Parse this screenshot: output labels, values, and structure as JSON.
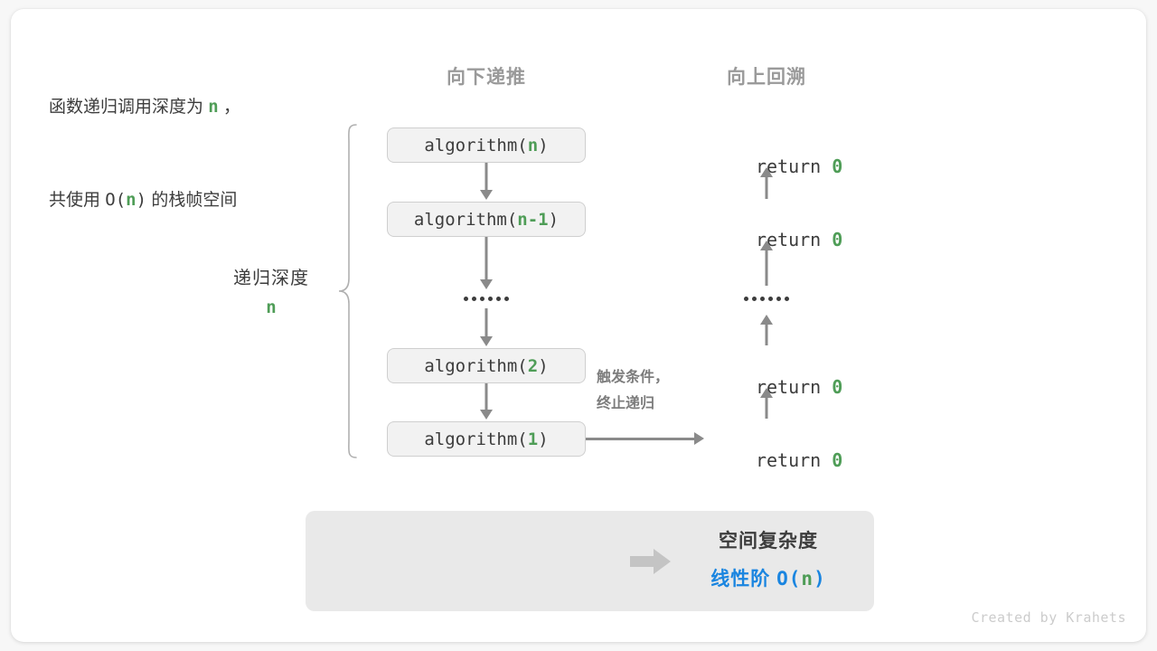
{
  "headers": {
    "left": "向下递推",
    "right": "向上回溯"
  },
  "depth": {
    "label": "递归深度",
    "value": "n"
  },
  "call_stack": [
    {
      "prefix": "algorithm(",
      "arg": "n",
      "suffix": ")"
    },
    {
      "prefix": "algorithm(",
      "arg": "n-1",
      "suffix": ")"
    },
    {
      "prefix": "algorithm(",
      "arg": "2",
      "suffix": ")"
    },
    {
      "prefix": "algorithm(",
      "arg": "1",
      "suffix": ")"
    }
  ],
  "returns": [
    {
      "keyword": "return ",
      "value": "0"
    },
    {
      "keyword": "return ",
      "value": "0"
    },
    {
      "keyword": "return ",
      "value": "0"
    },
    {
      "keyword": "return ",
      "value": "0"
    }
  ],
  "trigger_note": {
    "line1": "触发条件，",
    "line2": "终止递归"
  },
  "summary": {
    "line1_a": "函数递归调用深度为 ",
    "line1_n": "n",
    "line1_b": " ，",
    "line2_a": "共使用 ",
    "line2_o": "O(",
    "line2_n": "n",
    "line2_c": ")",
    "line2_b": " 的栈帧空间",
    "result_title": "空间复杂度",
    "result_order": "线性阶 ",
    "result_o": "O(",
    "result_n": "n",
    "result_c": ")"
  },
  "credit": "Created by Krahets",
  "colors": {
    "accent_green": "#4f9d57",
    "accent_blue": "#1a85e0",
    "text_dark": "#3c3c3c",
    "text_gray": "#9a9a9a",
    "line_gray": "#8a8a8a",
    "box_fill": "#f2f2f2",
    "panel_fill": "#e9e9e9"
  }
}
